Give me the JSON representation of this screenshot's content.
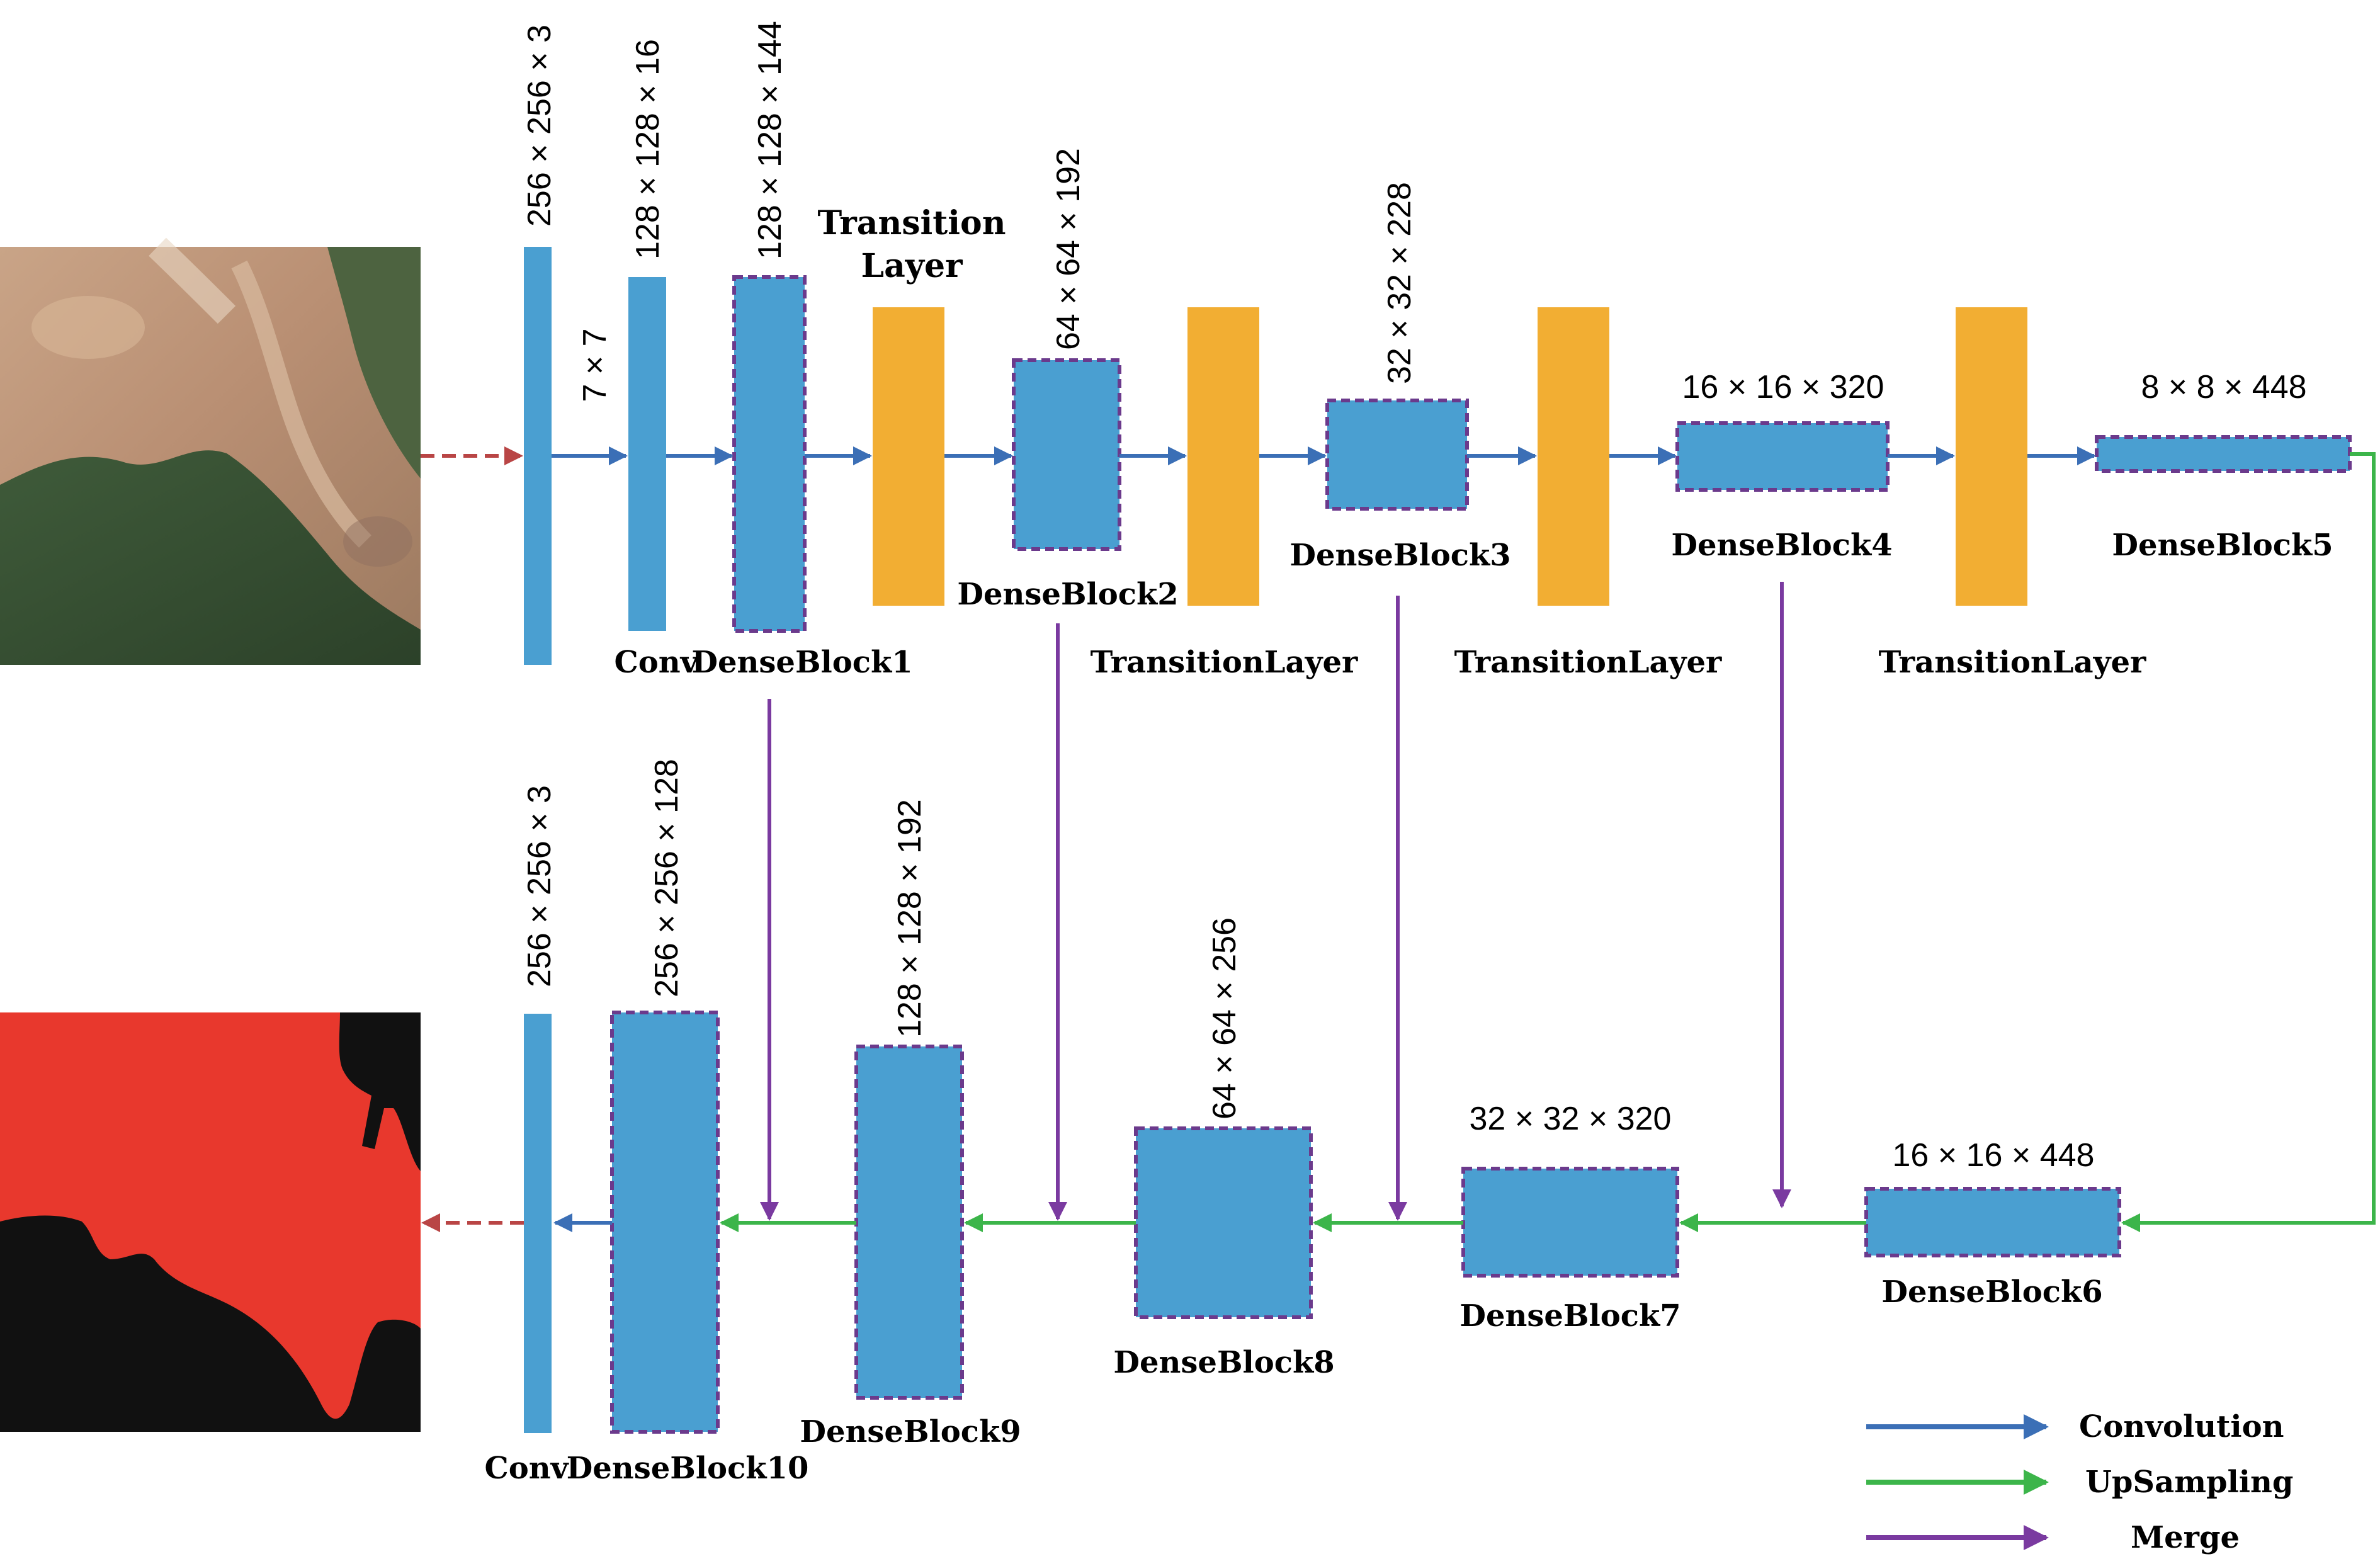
{
  "colors": {
    "block": "#4a9fd1",
    "dense_border": "#6b3a8c",
    "transition": "#f2ae33",
    "convolution_arrow": "#3b6fb6",
    "upsampling_arrow": "#3cb54a",
    "merge_arrow": "#7a3aa0",
    "io_arrow": "#b94545",
    "mask_red": "#e8382d",
    "mask_black": "#111111"
  },
  "encoder": {
    "input_dim": "256 × 256 × 3",
    "kernel": "7 × 7",
    "conv_dim": "128 × 128 × 16",
    "conv_label": "Conv",
    "db1_dim": "128 × 128 × 144",
    "db1_label": "DenseBlock1",
    "transition_top": "Transition",
    "transition_bottom": "Layer",
    "db2_dim": "64 × 64 × 192",
    "db2_label": "DenseBlock2",
    "tl2_label": "TransitionLayer",
    "db3_dim": "32 × 32 × 228",
    "db3_label": "DenseBlock3",
    "tl3_label": "TransitionLayer",
    "db4_dim": "16 × 16 × 320",
    "db4_label": "DenseBlock4",
    "tl4_label": "TransitionLayer",
    "db5_dim": "8 × 8 × 448",
    "db5_label": "DenseBlock5"
  },
  "decoder": {
    "db6_dim": "16 × 16 × 448",
    "db6_label": "DenseBlock6",
    "db7_dim": "32 × 32 × 320",
    "db7_label": "DenseBlock7",
    "db8_dim": "64 × 64 × 256",
    "db8_label": "DenseBlock8",
    "db9_dim": "128 × 128 × 192",
    "db9_label": "DenseBlock9",
    "db10_dim": "256 × 256 × 128",
    "db10_label": "DenseBlock10",
    "out_dim": "256 × 256 × 3",
    "conv_label": "Conv"
  },
  "legend": {
    "items": [
      {
        "label": "Convolution",
        "color": "#3b6fb6"
      },
      {
        "label": "UpSampling",
        "color": "#3cb54a"
      },
      {
        "label": "Merge",
        "color": "#7a3aa0"
      }
    ]
  }
}
